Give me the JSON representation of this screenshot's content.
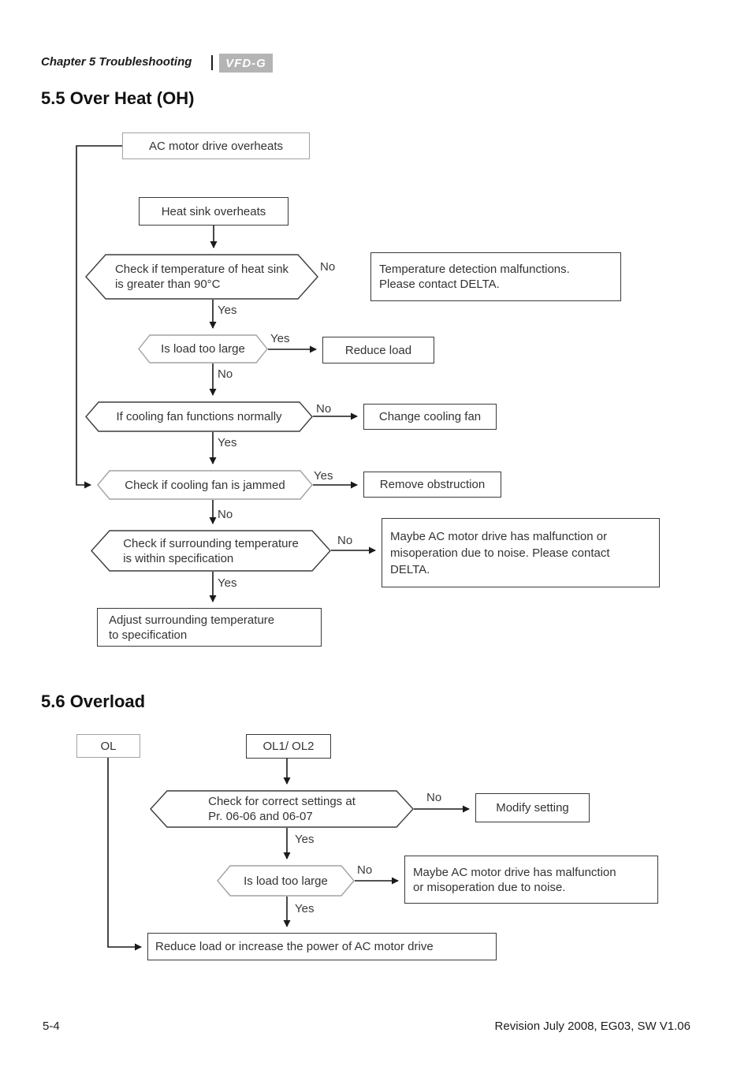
{
  "header": {
    "chapter": "Chapter 5  Troubleshooting",
    "logo": "VFD-G"
  },
  "labels": {
    "yes": "Yes",
    "no": "No"
  },
  "overheat": {
    "title": "5.5 Over Heat (OH)",
    "nodes": {
      "start": "AC motor drive overheats",
      "heatsink": "Heat sink overheats",
      "check_temp": "Check if temperature of heat sink\nis greater than 90°C",
      "temp_malfunction": "Temperature detection malfunctions.\nPlease contact  DELTA.",
      "load_large": "Is load too large",
      "reduce_load": "Reduce load",
      "fan_normal": "If cooling fan functions normally",
      "change_fan": "Change cooling fan",
      "fan_jammed": "Check if cooling fan is jammed",
      "remove_obstruction": "Remove obstruction",
      "surrounding_temp": "Check if surrounding temperature\nis within specification",
      "maybe_malfunction": "Maybe AC motor drive has malfunction or\nmisoperation due to noise. Please contact\nDELTA.",
      "adjust_temp": "Adjust surrounding temperature\nto specification"
    }
  },
  "overload": {
    "title": "5.6 Overload",
    "nodes": {
      "ol": "OL",
      "ol1_ol2": "OL1/ OL2",
      "check_settings": "Check for correct settings at\nPr. 06-06 and 06-07",
      "modify_setting": "Modify setting",
      "load_large": "Is load too large",
      "maybe_malfunction": "Maybe AC motor drive has malfunction\nor misoperation due to noise.",
      "reduce_load": "Reduce load or increase the power of AC motor drive"
    }
  },
  "footer": {
    "page": "5-4",
    "revision": "Revision July 2008, EG03, SW V1.06"
  }
}
